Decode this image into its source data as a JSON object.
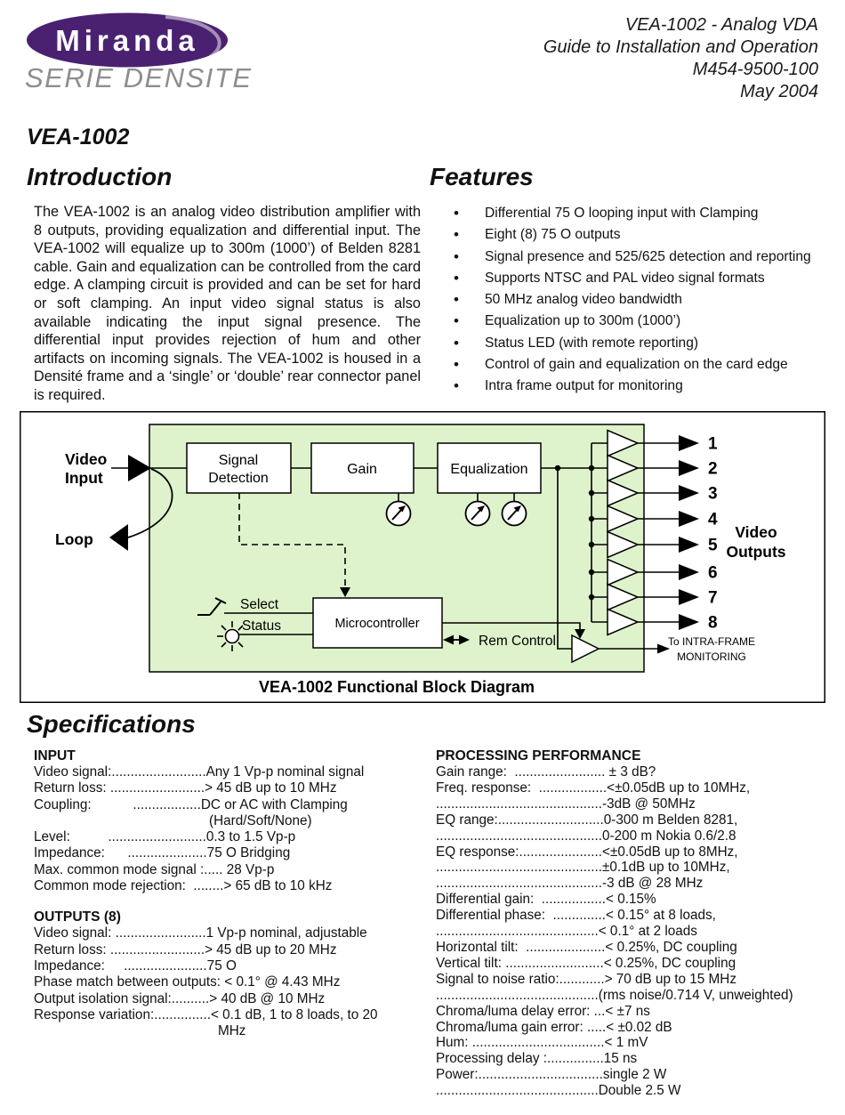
{
  "header": {
    "logo_text": "Miranda",
    "logo_tagline": "SERIE DENSITE",
    "doc_info": {
      "line1": "VEA-1002 - Analog VDA",
      "line2": "Guide to Installation and Operation",
      "line3": "M454-9500-100",
      "line4": "May 2004"
    }
  },
  "title": "VEA-1002",
  "intro": {
    "heading": "Introduction",
    "body": "The VEA-1002 is an analog video distribution amplifier with 8 outputs, providing equalization and differential input. The VEA-1002 will equalize up to 300m (1000’) of Belden 8281 cable. Gain and equalization can be controlled from the card edge. A clamping circuit is provided and can be set for hard or soft clamping. An input video signal status is also available indicating the input signal presence.  The differential input provides rejection of hum and other artifacts on incoming signals.  The VEA-1002 is housed in a Densité frame and a ‘single’ or ‘double’ rear connector panel is required."
  },
  "features": {
    "heading": "Features",
    "items": [
      "Differential 75 O looping input with Clamping",
      "Eight (8) 75 O outputs",
      "Signal presence and 525/625 detection and reporting",
      "Supports NTSC and PAL video signal formats",
      "50 MHz analog video bandwidth",
      "Equalization up to 300m (1000’)",
      "Status LED (with remote reporting)",
      "Control of gain and equalization on the card edge",
      "Intra frame output for monitoring"
    ]
  },
  "diagram": {
    "caption": "VEA-1002 Functional Block Diagram",
    "labels": {
      "video_input_1": "Video",
      "video_input_2": "Input",
      "loop": "Loop",
      "signal_detection_1": "Signal",
      "signal_detection_2": "Detection",
      "gain": "Gain",
      "equalization": "Equalization",
      "select": "Select",
      "status": "Status",
      "microcontroller": "Microcontroller",
      "rem_control": "Rem Control",
      "video_outputs_1": "Video",
      "video_outputs_2": "Outputs",
      "monitoring_1": "To INTRA-FRAME",
      "monitoring_2": "MONITORING"
    },
    "outputs": [
      "1",
      "2",
      "3",
      "4",
      "5",
      "6",
      "7",
      "8"
    ],
    "colors": {
      "green_bg": "#def3cb",
      "line": "#000000"
    }
  },
  "specs": {
    "heading": "Specifications",
    "input": {
      "heading": "INPUT",
      "lines": [
        "Video signal:.........................Any 1 Vp-p nominal signal",
        "Return loss: .........................> 45 dB up to 10 MHz",
        "Coupling:           ..................DC or AC with Clamping",
        "(Hard/Soft/None)",
        "Level:          ..........................0.3 to 1.5 Vp-p",
        "Impedance:      .....................75 O Bridging",
        "Max. common mode signal :..... 28 Vp-p",
        "Common mode rejection:  ........> 65 dB to 10 kHz"
      ]
    },
    "outputs": {
      "heading": "OUTPUTS (8)",
      "lines": [
        "Video signal: ........................1 Vp-p nominal, adjustable",
        "Return loss: .........................> 45 dB up to 20 MHz",
        "Impedance:     ......................75 O",
        "Phase match between outputs: < 0.1° @ 4.43 MHz",
        "Output isolation signal:..........> 40 dB @ 10 MHz",
        "Response variation:...............< 0.1 dB, 1 to 8 loads, to 20",
        "MHz"
      ]
    },
    "processing": {
      "heading": "PROCESSING PERFORMANCE",
      "lines": [
        "Gain range:  ........................ ± 3 dB?",
        "Freq. response:  ..................<±0.05dB up to 10MHz,",
        "............................................-3dB @ 50MHz",
        "EQ range:............................0-300 m Belden 8281,",
        "............................................0-200 m Nokia 0.6/2.8",
        "EQ response:......................<±0.05dB up to 8MHz,",
        "............................................±0.1dB up to 10MHz,",
        "............................................-3 dB @ 28 MHz",
        "Differential gain:  .................< 0.15%",
        "Differential phase:  ..............< 0.15° at 8 loads,",
        "...........................................< 0.1° at 2 loads",
        "Horizontal tilt:  .....................< 0.25%, DC coupling",
        "Vertical tilt: ..........................< 0.25%, DC coupling",
        "Signal to noise ratio:............> 70 dB up to 15 MHz",
        "...........................................(rms noise/0.714 V, unweighted)",
        "Chroma/luma delay error: ...< ±7 ns",
        "Chroma/luma gain error: .....< ±0.02 dB",
        "Hum: ...................................< 1 mV",
        "Processing delay :...............15 ns",
        "Power:.................................single 2 W",
        "...........................................Double 2.5 W"
      ]
    }
  },
  "colors": {
    "logo_purple": "#4a2170",
    "tagline_gray": "#8e8e8e"
  }
}
